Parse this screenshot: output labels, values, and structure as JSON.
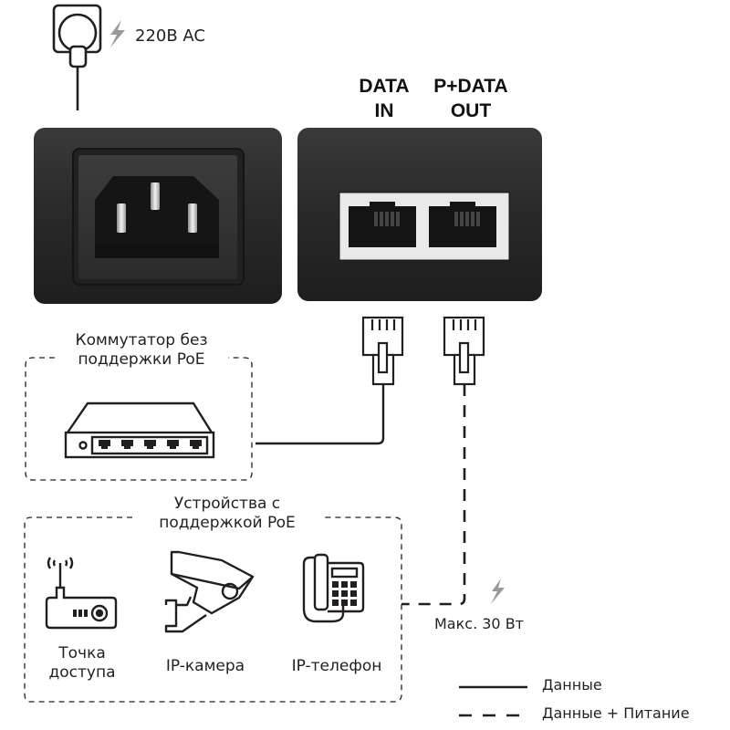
{
  "power_source": {
    "voltage_label": "220В AC",
    "icon": "wall-socket-plug-icon"
  },
  "injector_ports": {
    "data_in": {
      "line1": "DATA",
      "line2": "IN"
    },
    "power_data_out": {
      "line1": "P+DATA",
      "line2": "OUT"
    }
  },
  "non_poe_switch": {
    "title_line1": "Коммутатор без",
    "title_line2": "поддержки PoE",
    "port_count": 5
  },
  "poe_devices": {
    "title_line1": "Устройства с",
    "title_line2": "поддержкой PoE",
    "items": [
      {
        "label_line1": "Точка",
        "label_line2": "доступа",
        "icon": "access-point-icon"
      },
      {
        "label_line1": "IP-камера",
        "label_line2": "",
        "icon": "ip-camera-icon"
      },
      {
        "label_line1": "IP-телефон",
        "label_line2": "",
        "icon": "ip-phone-icon"
      }
    ]
  },
  "power_budget": {
    "label": "Макс. 30 Вт"
  },
  "legend": {
    "items": [
      {
        "style": "solid",
        "label": "Данные"
      },
      {
        "style": "dashed",
        "label": "Данные + Питание"
      }
    ]
  },
  "colors": {
    "device_body": "#2b2a2b",
    "lightning": "#9a9a9a",
    "line": "#231f20"
  }
}
